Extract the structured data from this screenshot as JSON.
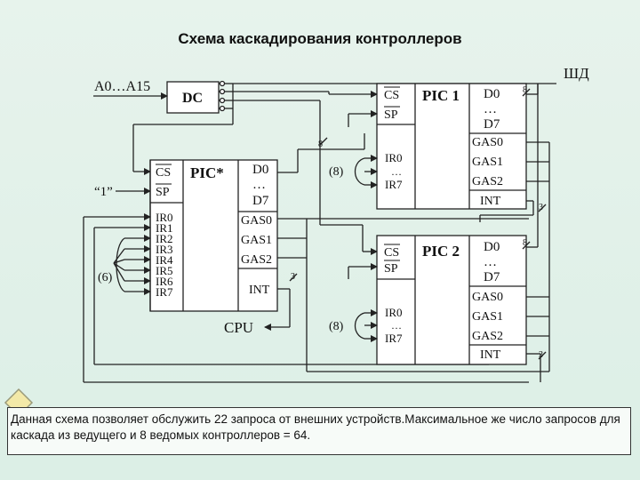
{
  "title": "Схема каскадирования контроллеров",
  "bus_label": "ШД",
  "address_label": "A0…A15",
  "decoder_label": "DC",
  "master": {
    "name": "PIC*",
    "cs": "CS",
    "sp": "SP",
    "one_label": "“1”",
    "d0": "D0",
    "dots": "…",
    "d7": "D7",
    "ir": [
      "IR0",
      "IR1",
      "IR2",
      "IR3",
      "IR4",
      "IR5",
      "IR6",
      "IR7"
    ],
    "gas": [
      "GAS0",
      "GAS1",
      "GAS2"
    ],
    "int": "INT",
    "group_label": "(6)"
  },
  "slave1": {
    "name": "PIC 1",
    "cs": "CS",
    "sp": "SP",
    "d0": "D0",
    "dots": "…",
    "d7": "D7",
    "ir0": "IR0",
    "ir_dots": "…",
    "ir7": "IR7",
    "gas": [
      "GAS0",
      "GAS1",
      "GAS2"
    ],
    "int": "INT",
    "group_label": "(8)"
  },
  "slave2": {
    "name": "PIC 2",
    "cs": "CS",
    "sp": "SP",
    "d0": "D0",
    "dots": "…",
    "d7": "D7",
    "ir0": "IR0",
    "ir_dots": "…",
    "ir7": "IR7",
    "gas": [
      "GAS0",
      "GAS1",
      "GAS2"
    ],
    "int": "INT",
    "group_label": "(8)"
  },
  "cpu_label": "CPU",
  "bus_widths": {
    "data8_a": "8",
    "data8_b": "8",
    "data8_c": "8",
    "cas3_a": "3",
    "cas3_b": "3",
    "cas3_c": "3"
  },
  "caption": "Данная схема позволяет обслужить 22 запроса от внешних устройств.Максимальное же число запросов для каскада из ведущего и 8 ведомых контроллеров = 64."
}
